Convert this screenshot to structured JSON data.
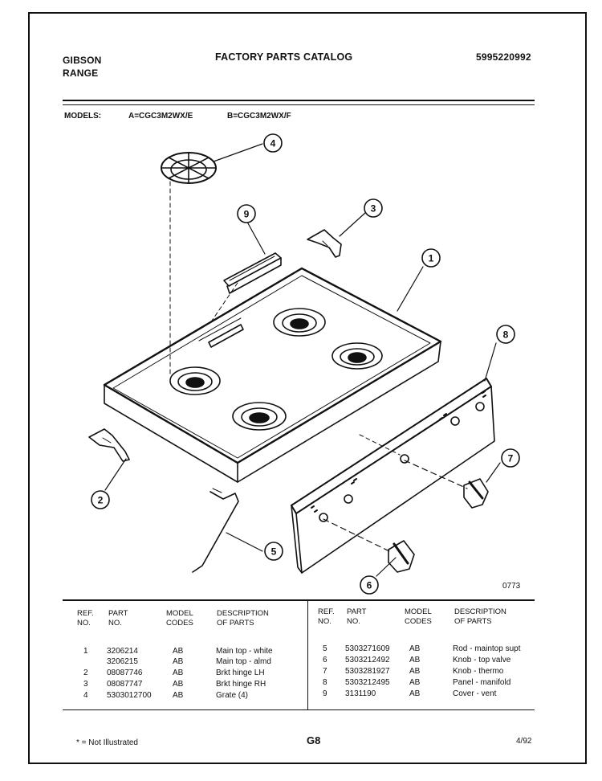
{
  "header": {
    "brand_line1": "GIBSON",
    "brand_line2": "RANGE",
    "title": "FACTORY PARTS CATALOG",
    "catalog_number": "5995220992"
  },
  "models": {
    "label": "MODELS:",
    "model_a": "A=CGC3M2WX/E",
    "model_b": "B=CGC3M2WX/F"
  },
  "diagram": {
    "callouts": [
      "1",
      "2",
      "3",
      "4",
      "5",
      "6",
      "7",
      "8",
      "9"
    ],
    "figure_code": "0773"
  },
  "table_headers": {
    "ref_no": "REF.\nNO.",
    "part_no": "PART\nNO.",
    "model_codes": "MODEL\nCODES",
    "description": "DESCRIPTION\nOF PARTS"
  },
  "parts_left": [
    {
      "ref": "1",
      "part": "3206214",
      "codes": "AB",
      "desc": "Main top - white"
    },
    {
      "ref": "",
      "part": "3206215",
      "codes": "AB",
      "desc": "Main top - almd"
    },
    {
      "ref": "2",
      "part": "08087746",
      "codes": "AB",
      "desc": "Brkt hinge LH"
    },
    {
      "ref": "3",
      "part": "08087747",
      "codes": "AB",
      "desc": "Brkt hinge RH"
    },
    {
      "ref": "4",
      "part": "5303012700",
      "codes": "AB",
      "desc": "Grate (4)"
    }
  ],
  "parts_right": [
    {
      "ref": "5",
      "part": "5303271609",
      "codes": "AB",
      "desc": "Rod - maintop supt"
    },
    {
      "ref": "6",
      "part": "5303212492",
      "codes": "AB",
      "desc": "Knob - top valve"
    },
    {
      "ref": "7",
      "part": "5303281927",
      "codes": "AB",
      "desc": "Knob - thermo"
    },
    {
      "ref": "8",
      "part": "5303212495",
      "codes": "AB",
      "desc": "Panel - manifold"
    },
    {
      "ref": "9",
      "part": "3131190",
      "codes": "AB",
      "desc": "Cover - vent"
    }
  ],
  "footer": {
    "note": "* = Not Illustrated",
    "page": "G8",
    "date": "4/92"
  }
}
